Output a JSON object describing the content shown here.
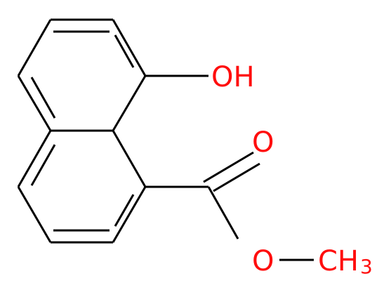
{
  "molecule": {
    "bond_color": "#000000",
    "heteroatom_color": "#ff0d0d",
    "labels": {
      "hydroxyl": "OH",
      "carbonyl_oxygen": "O",
      "ester_oxygen": "O",
      "methyl_main": "CH",
      "methyl_subscript": "3"
    }
  }
}
